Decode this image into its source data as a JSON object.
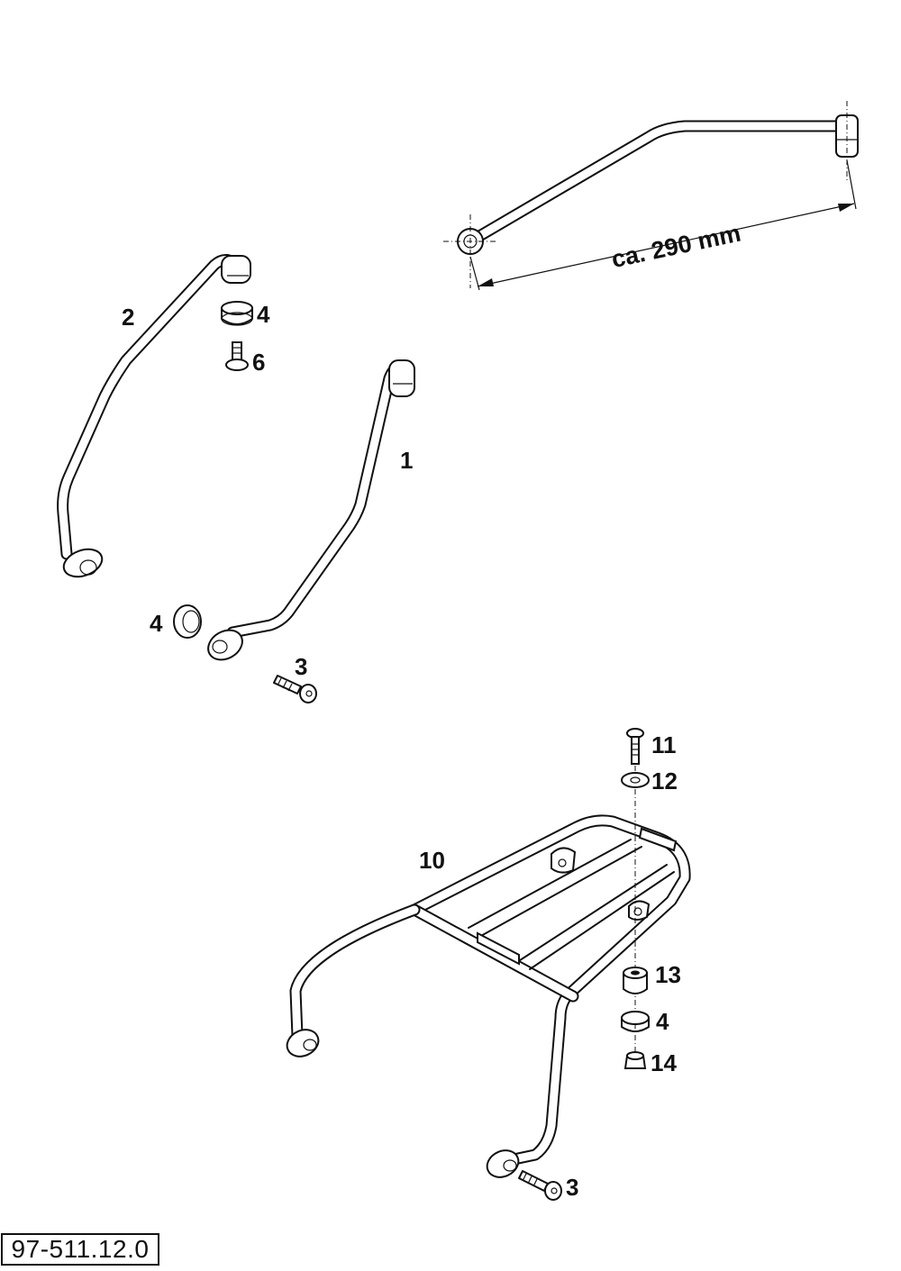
{
  "drawing": {
    "dimension_text": "ca. 290 mm",
    "reference_number": "97-511.12.0"
  },
  "callouts": [
    {
      "id": "c1",
      "text": "1"
    },
    {
      "id": "c2",
      "text": "2"
    },
    {
      "id": "c3a",
      "text": "3"
    },
    {
      "id": "c3b",
      "text": "3"
    },
    {
      "id": "c4a",
      "text": "4"
    },
    {
      "id": "c4b",
      "text": "4"
    },
    {
      "id": "c4c",
      "text": "4"
    },
    {
      "id": "c6",
      "text": "6"
    },
    {
      "id": "c10",
      "text": "10"
    },
    {
      "id": "c11",
      "text": "11"
    },
    {
      "id": "c12",
      "text": "12"
    },
    {
      "id": "c13",
      "text": "13"
    },
    {
      "id": "c14",
      "text": "14"
    }
  ]
}
